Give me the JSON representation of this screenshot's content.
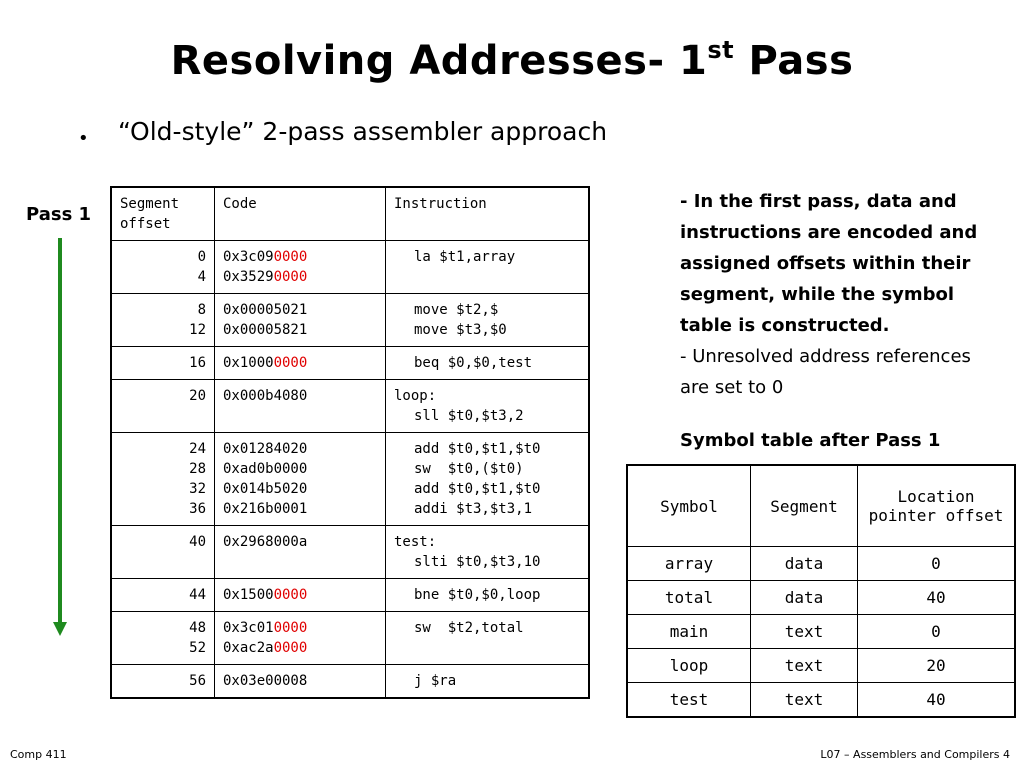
{
  "title": {
    "main": "Resolving Addresses- 1",
    "sup": "st",
    "tail": " Pass"
  },
  "bullet": "“Old-style” 2-pass assembler approach",
  "pass_label": "Pass 1",
  "code_table": {
    "headers": [
      "Segment offset",
      "Code",
      "Instruction"
    ],
    "rows": [
      {
        "offsets": [
          "0",
          "4"
        ],
        "codes": [
          [
            "0x3c09",
            "0000"
          ],
          [
            "0x3529",
            "0000"
          ]
        ],
        "instr": [
          "la $t1,array"
        ]
      },
      {
        "offsets": [
          "8",
          "12"
        ],
        "codes": [
          [
            "0x00005021",
            ""
          ],
          [
            "0x00005821",
            ""
          ]
        ],
        "instr": [
          "move $t2,$",
          "move $t3,$0"
        ]
      },
      {
        "offsets": [
          "16"
        ],
        "codes": [
          [
            "0x1000",
            "0000"
          ]
        ],
        "instr": [
          "beq $0,$0,test"
        ]
      },
      {
        "offsets": [
          "20"
        ],
        "codes": [
          [
            "0x000b4080",
            ""
          ]
        ],
        "label": "loop:",
        "instr": [
          "sll $t0,$t3,2"
        ]
      },
      {
        "offsets": [
          "24",
          "28",
          "32",
          "36"
        ],
        "codes": [
          [
            "0x01284020",
            ""
          ],
          [
            "0xad0b0000",
            ""
          ],
          [
            "0x014b5020",
            ""
          ],
          [
            "0x216b0001",
            ""
          ]
        ],
        "instr": [
          "add $t0,$t1,$t0",
          "sw  $t0,($t0)",
          "add $t0,$t1,$t0",
          "addi $t3,$t3,1"
        ]
      },
      {
        "offsets": [
          "40"
        ],
        "codes": [
          [
            "0x2968000a",
            ""
          ]
        ],
        "label": "test:",
        "instr": [
          "slti $t0,$t3,10"
        ]
      },
      {
        "offsets": [
          "44"
        ],
        "codes": [
          [
            "0x1500",
            "0000"
          ]
        ],
        "instr": [
          "bne $t0,$0,loop"
        ]
      },
      {
        "offsets": [
          "48",
          "52"
        ],
        "codes": [
          [
            "0x3c01",
            "0000"
          ],
          [
            "0xac2a",
            "0000"
          ]
        ],
        "instr": [
          "sw  $t2,total"
        ]
      },
      {
        "offsets": [
          "56"
        ],
        "codes": [
          [
            "0x03e00008",
            ""
          ]
        ],
        "instr": [
          "j $ra"
        ]
      }
    ]
  },
  "notes": {
    "line1": "- In the first pass, data and instructions are encoded and assigned offsets within their segment, while the symbol table is constructed.",
    "line2": "- Unresolved address references are set to 0"
  },
  "symbol_caption": "Symbol table after Pass 1",
  "symbol_table": {
    "headers": [
      "Symbol",
      "Segment",
      "Location pointer offset"
    ],
    "rows": [
      [
        "array",
        "data",
        "0"
      ],
      [
        "total",
        "data",
        "40"
      ],
      [
        "main",
        "text",
        "0"
      ],
      [
        "loop",
        "text",
        "20"
      ],
      [
        "test",
        "text",
        "40"
      ]
    ]
  },
  "footer": {
    "left": "Comp 411",
    "right": "L07 – Assemblers and Compilers   4"
  },
  "colors": {
    "highlight": "#e00000",
    "arrow": "#1f8a1f"
  }
}
